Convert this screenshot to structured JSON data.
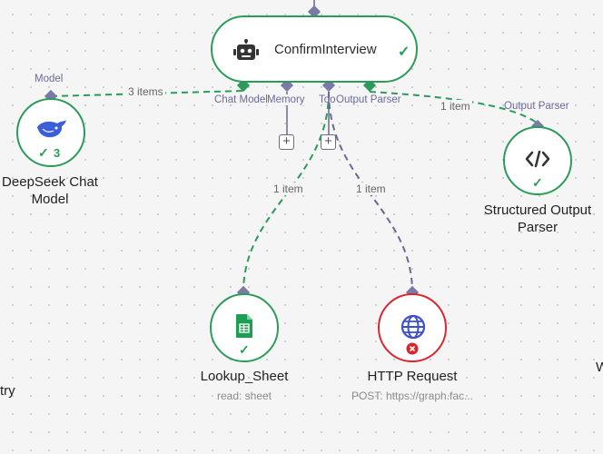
{
  "agent": {
    "title": "ConfirmInterview",
    "status": "success"
  },
  "ports": {
    "model": "Model",
    "chat_model": "Chat Model",
    "memory": "Memory",
    "tool": "Tool",
    "output_parser": "Output Parser",
    "output_parser_right": "Output Parser"
  },
  "edges": {
    "model_items": "3 items",
    "parser_items": "1 item",
    "sheet_items": "1 item",
    "http_items": "1 item"
  },
  "nodes": {
    "deepseek": {
      "label_line1": "DeepSeek Chat",
      "label_line2": "Model",
      "badge": "3"
    },
    "parser": {
      "label_line1": "Structured Output",
      "label_line2": "Parser"
    },
    "sheet": {
      "label": "Lookup_Sheet",
      "sub": "read: sheet"
    },
    "http": {
      "label": "HTTP Request",
      "sub": "POST: https://graph.fac..."
    }
  },
  "offscreen": {
    "left_text": "try",
    "right_text": "W"
  },
  "colors": {
    "success": "#2c9b5a",
    "error": "#d9262c",
    "port": "#7a7aa8",
    "edge_success": "#2c9b5a",
    "edge_neutral": "#6a6a8e"
  }
}
